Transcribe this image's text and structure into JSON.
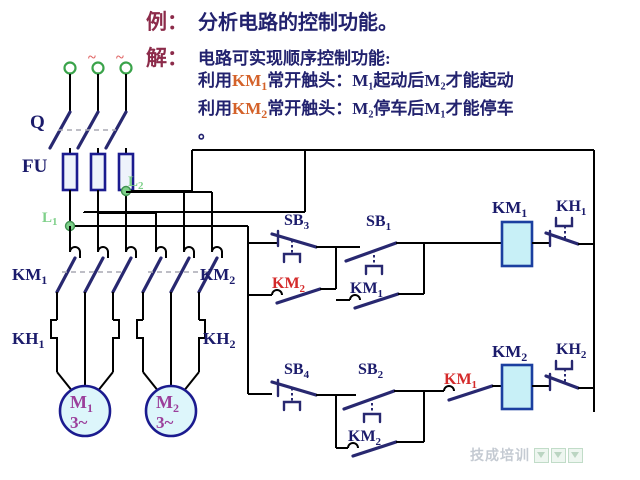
{
  "header": {
    "example_key": "例：",
    "example_text": "分析电路的控制功能。",
    "solution_key": "解：",
    "solution_line1": "电路可实现顺序控制功能:",
    "line2_prefix": "利用",
    "line2_km": "KM",
    "line2_km_sub": "1",
    "line2_mid": "常开触头：",
    "line2_tail": "M₁起动后M₂才能起动",
    "line3_prefix": "利用",
    "line3_km": "KM",
    "line3_km_sub": "2",
    "line3_mid": "常开触头：",
    "line3_tail": "M₂停车后M₁才能停车",
    "line4": "。"
  },
  "power": {
    "supply_mark": "~",
    "switch_label": "Q",
    "fuse_label": "FU",
    "line_l1": "L",
    "line_l1_sub": "1",
    "line_l2": "L",
    "line_l2_sub": "2"
  },
  "main_circuit": {
    "contactor1": "KM",
    "contactor1_sub": "1",
    "contactor2": "KM",
    "contactor2_sub": "2",
    "relay1": "KH",
    "relay1_sub": "1",
    "relay2": "KH",
    "relay2_sub": "2",
    "motor1": "M",
    "motor1_sub": "1",
    "motor1_type": "3~",
    "motor2": "M",
    "motor2_sub": "2",
    "motor2_type": "3~"
  },
  "control_circuit": {
    "rung1": {
      "stop_button": "SB",
      "stop_button_sub": "3",
      "interlock_contact": "KM",
      "interlock_contact_sub": "2",
      "start_button": "SB",
      "start_button_sub": "1",
      "hold_contact": "KM",
      "hold_contact_sub": "1",
      "coil": "KM",
      "coil_sub": "1",
      "overload": "KH",
      "overload_sub": "1"
    },
    "rung2": {
      "stop_button": "SB",
      "stop_button_sub": "4",
      "start_button": "SB",
      "start_button_sub": "2",
      "hold_contact": "KM",
      "hold_contact_sub": "2",
      "series_contact": "KM",
      "series_contact_sub": "1",
      "coil": "KM",
      "coil_sub": "2",
      "overload": "KH",
      "overload_sub": "2"
    }
  },
  "watermark": {
    "text": "技成培训"
  },
  "colors": {
    "text_navy": "#22226e",
    "key_maroon": "#8c2b4a",
    "km_orange": "#d4622a",
    "label_red": "#d42a2a",
    "coil_fill": "#c8f0f7",
    "motor_fill": "#ddf6fb",
    "node_green": "#7fd08a",
    "background": "#ffffff"
  }
}
